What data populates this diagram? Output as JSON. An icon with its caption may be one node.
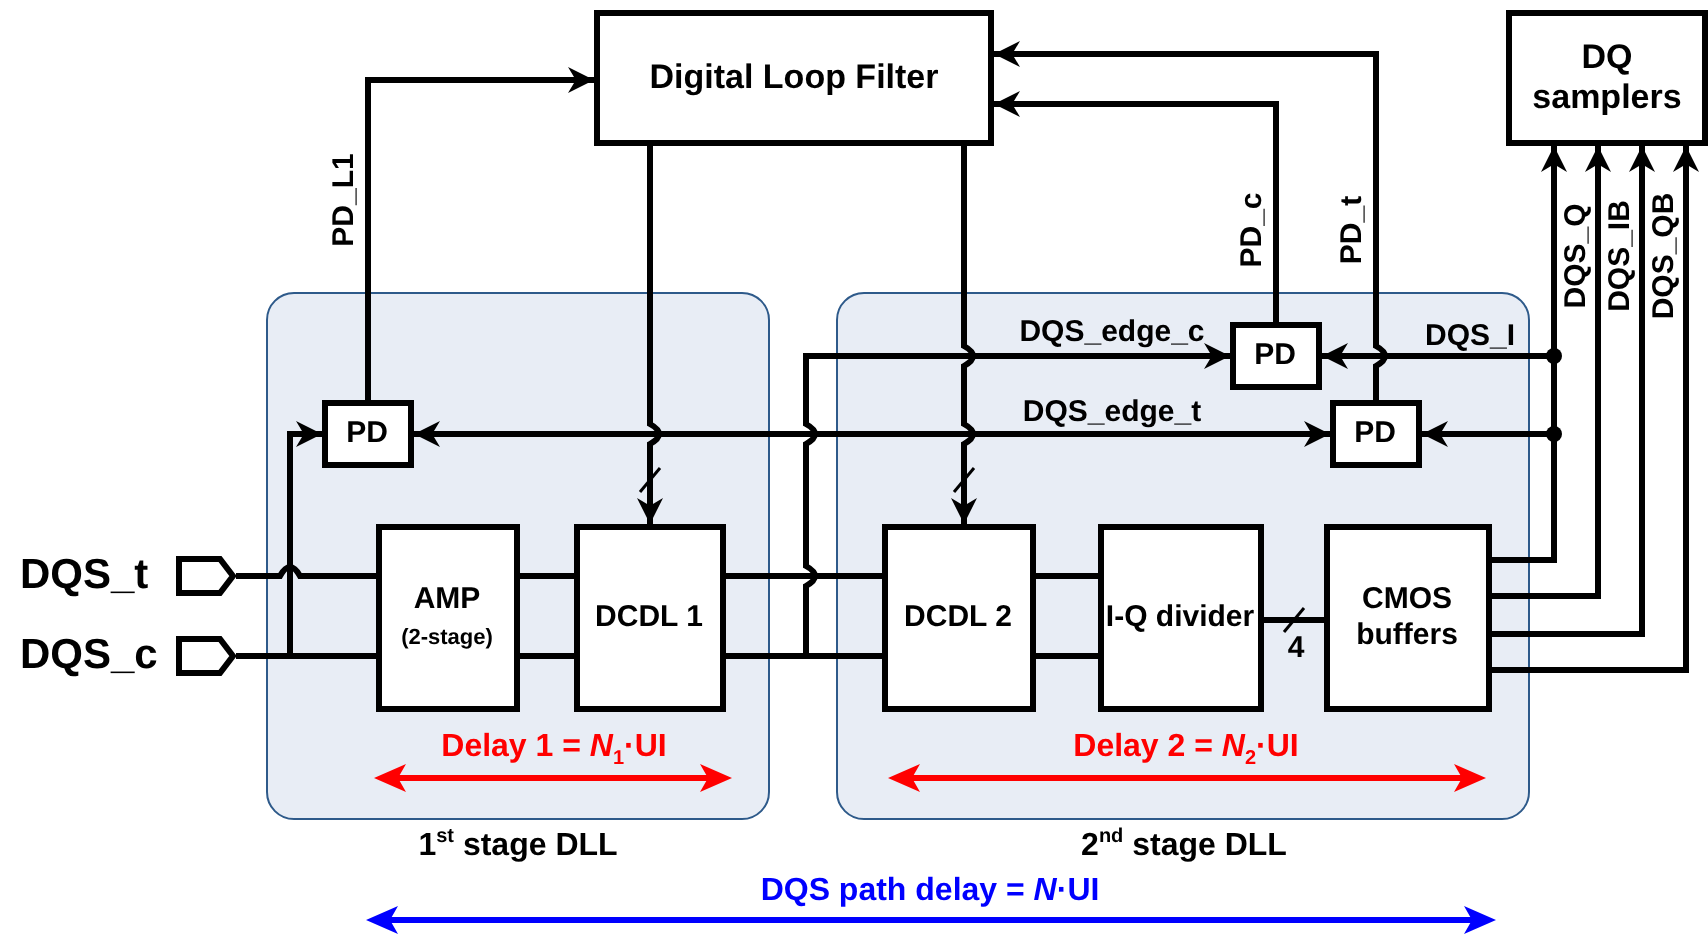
{
  "diagram": {
    "nodes": [
      {
        "text": [
          "Digital Loop Filter"
        ]
      },
      {
        "text": [
          "DQ samplers"
        ]
      },
      {
        "text": [],
        "shape": "box",
        "beside": [
          "1$^{st}$ stage DLL"
        ]
      },
      {
        "text": [],
        "shape": "box",
        "beside": [
          "2$^{nd}$ stage DLL"
        ]
      },
      {
        "text": [
          "PD"
        ],
        "in": 2
      },
      {
        "text": [
          "AMP",
          "(2-stage)"
        ],
        "in": 2
      },
      {
        "text": [
          "DCDL 1"
        ],
        "in": 2
      },
      {
        "text": [
          "PD"
        ],
        "in": 3
      },
      {
        "text": [
          "PD"
        ],
        "in": 3
      },
      {
        "text": [
          "DCDL 2"
        ],
        "in": 3
      },
      {
        "text": [
          "I-Q divider"
        ],
        "in": 3
      },
      {
        "text": [
          "CMOS buffers"
        ],
        "in": 3
      },
      {
        "text": [],
        "shape": "pentagon",
        "beside": [
          "DQS_t"
        ]
      },
      {
        "text": [],
        "shape": "pentagon",
        "beside": [
          "DQS_c"
        ]
      }
    ],
    "edges": [
      {
        "from": 12,
        "to": 5,
        "arrow": "none"
      },
      {
        "from": 13,
        "to": 5,
        "arrow": "none"
      },
      {
        "from": 13,
        "to": 4,
        "arrow": "to"
      },
      {
        "from": 4,
        "to": 0,
        "arrow": "to",
        "label": "PD_L1"
      },
      {
        "from": 5,
        "to": 6,
        "arrow": "none"
      },
      {
        "from": 5,
        "to": 6,
        "arrow": "none"
      },
      {
        "from": 0,
        "to": 6,
        "arrow": "to"
      },
      {
        "from": 0,
        "to": 9,
        "arrow": "to"
      },
      {
        "from": 6,
        "to": 9,
        "arrow": "none"
      },
      {
        "from": 6,
        "to": 9,
        "arrow": "none"
      },
      {
        "from": 6,
        "to": 7,
        "arrow": "to",
        "label": "DQS_edge_c"
      },
      {
        "from": 4,
        "to": 8,
        "arrow": "both",
        "label": "DQS_edge_t"
      },
      {
        "from": 9,
        "to": 10,
        "arrow": "none"
      },
      {
        "from": 9,
        "to": 10,
        "arrow": "none"
      },
      {
        "from": 10,
        "to": 11,
        "arrow": "none",
        "label": "4"
      },
      {
        "from": 11,
        "to": 1,
        "arrow": "to"
      },
      {
        "from": 11,
        "to": 1,
        "arrow": "to",
        "label": "DQS_Q"
      },
      {
        "from": 11,
        "to": 1,
        "arrow": "to",
        "label": "DQS_IB"
      },
      {
        "from": 11,
        "to": 1,
        "arrow": "to",
        "label": "DQS_QB"
      },
      {
        "from": 11,
        "to": 7,
        "arrow": "to",
        "label": "DQS_I"
      },
      {
        "from": 11,
        "to": 8,
        "arrow": "to"
      },
      {
        "from": 7,
        "to": 0,
        "arrow": "to",
        "label": "PD_c"
      },
      {
        "from": 8,
        "to": 0,
        "arrow": "to",
        "label": "PD_t"
      }
    ],
    "labels": [
      "Delay 1 = *N*$_{1}$·UI",
      "Delay 2 = *N*$_{2}$·UI",
      "DQS path delay = *N*·UI"
    ]
  }
}
